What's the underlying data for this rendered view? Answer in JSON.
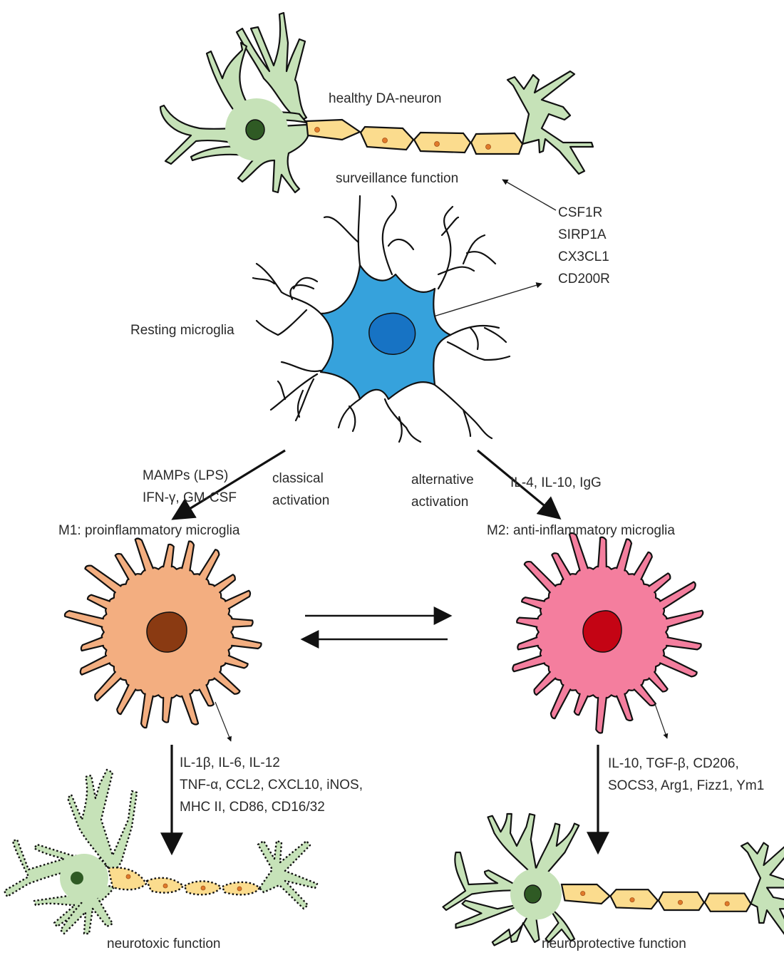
{
  "labels": {
    "healthy_neuron": "healthy DA-neuron",
    "surveillance": "surveillance function",
    "resting_microglia": "Resting microglia",
    "receptors": [
      "CSF1R",
      "SIRP1A",
      "CX3CL1",
      "CD200R"
    ],
    "m1_stimuli": [
      "MAMPs (LPS)",
      "IFN-γ, GM-CSF"
    ],
    "classical": [
      "classical",
      "activation"
    ],
    "alternative": [
      "alternative",
      "activation"
    ],
    "m2_stimuli": "IL-4, IL-10, IgG",
    "m1_title": "M1: proinflammatory microglia",
    "m2_title": "M2: anti-inflammatory microglia",
    "m1_markers": [
      "IL-1β, IL-6, IL-12",
      "TNF-α, CCL2, CXCL10, iNOS,",
      "MHC II, CD86, CD16/32"
    ],
    "m2_markers": [
      "IL-10, TGF-β, CD206,",
      "SOCS3, Arg1, Fizz1, Ym1"
    ],
    "neurotoxic": "neurotoxic function",
    "neuroprotective": "neuroprotective function"
  },
  "colors": {
    "neuron_body": "#c6e2b8",
    "neuron_nucleus": "#2f5a24",
    "myelin": "#fbdc8e",
    "myelin_dot": "#e07a2a",
    "resting_cell": "#36a2dc",
    "resting_nucleus": "#1773c4",
    "m1_cell": "#f3ae80",
    "m1_nucleus": "#8a3a12",
    "m2_cell": "#f47e9e",
    "m2_nucleus": "#c40414"
  }
}
